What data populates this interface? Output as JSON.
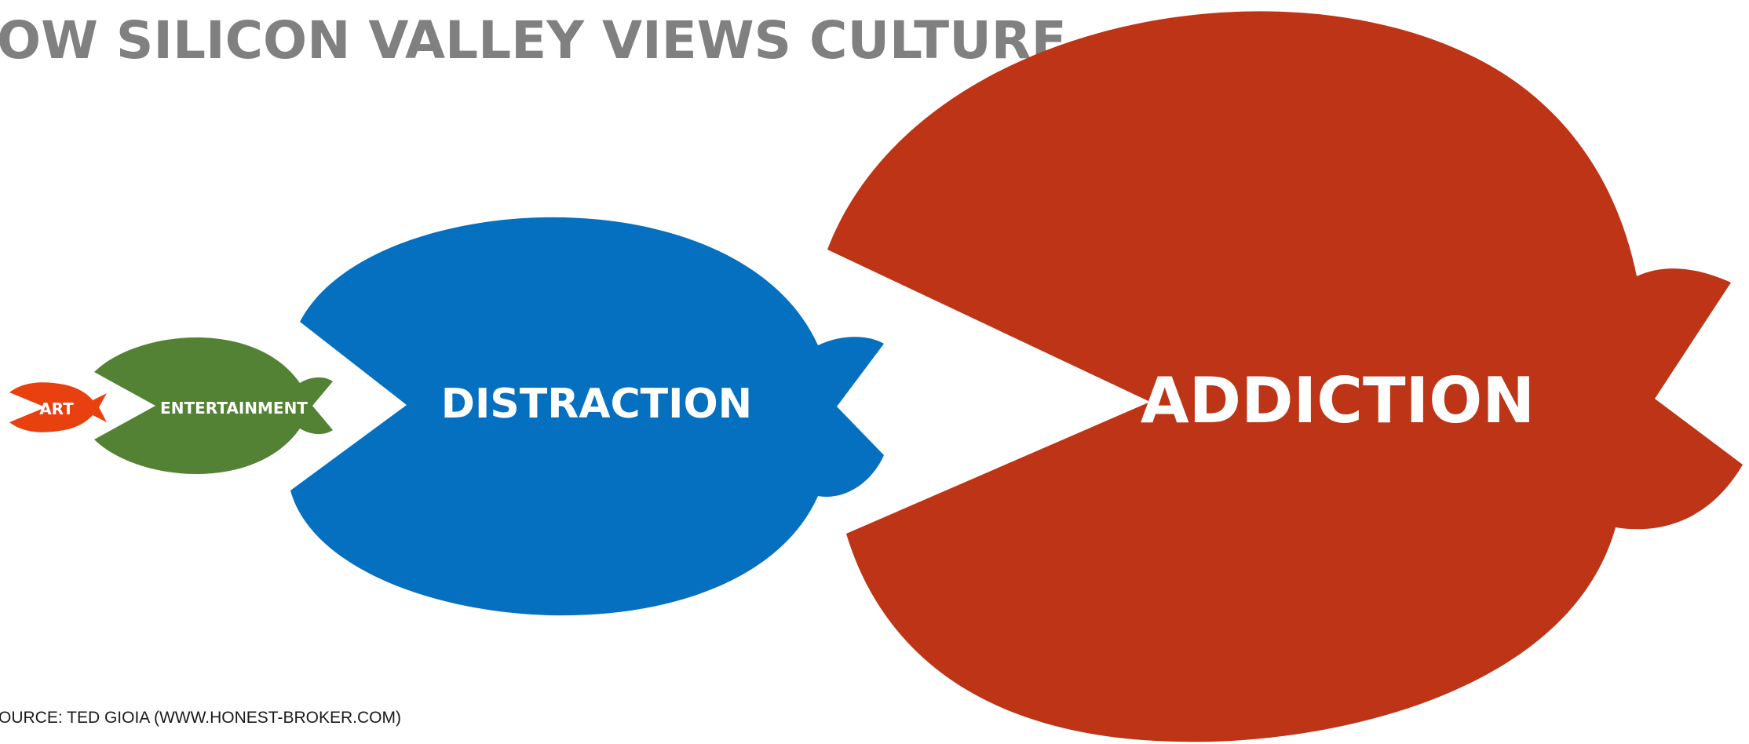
{
  "title": "OW SILICON VALLEY VIEWS CULTURE",
  "source": "OURCE: TED GIOIA (WWW.HONEST-BROKER.COM)",
  "colors": {
    "title_text": "#808080",
    "label_text": "#ffffff",
    "source_text": "#1a1a1a",
    "background": "#ffffff"
  },
  "fish": [
    {
      "id": "art",
      "label": "ART",
      "color": "#e8410f"
    },
    {
      "id": "entertainment",
      "label": "ENTERTAINMENT",
      "color": "#548235"
    },
    {
      "id": "distraction",
      "label": "DISTRACTION",
      "color": "#0570c0"
    },
    {
      "id": "addiction",
      "label": "ADDICTION",
      "color": "#bd3416"
    }
  ]
}
